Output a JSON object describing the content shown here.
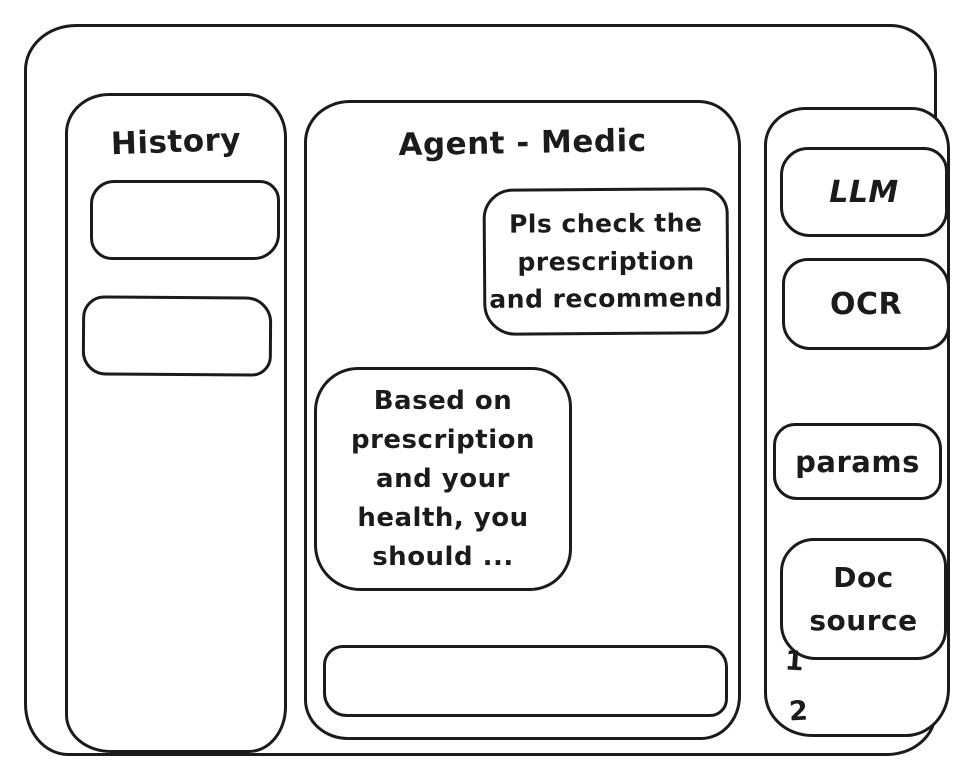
{
  "app": {
    "background": "#ffffff",
    "ink_color": "#1b1b1b"
  },
  "history_panel": {
    "title": "History",
    "items": [
      {
        "label": ""
      },
      {
        "label": ""
      }
    ]
  },
  "chat_panel": {
    "title": "Agent - Medic",
    "messages": [
      {
        "role": "user",
        "text": "Pls check the\nprescription\nand recommend"
      },
      {
        "role": "agent",
        "text": "Based on\nprescription\nand your\nhealth, you\nshould ..."
      }
    ],
    "input": {
      "value": ""
    }
  },
  "tools_panel": {
    "buttons": [
      {
        "id": "llm",
        "label": "LLM"
      },
      {
        "id": "ocr",
        "label": "OCR"
      },
      {
        "id": "params",
        "label": "params"
      },
      {
        "id": "doc-source",
        "label": "Doc source"
      }
    ],
    "doc_source_items": [
      "1",
      "2"
    ]
  }
}
